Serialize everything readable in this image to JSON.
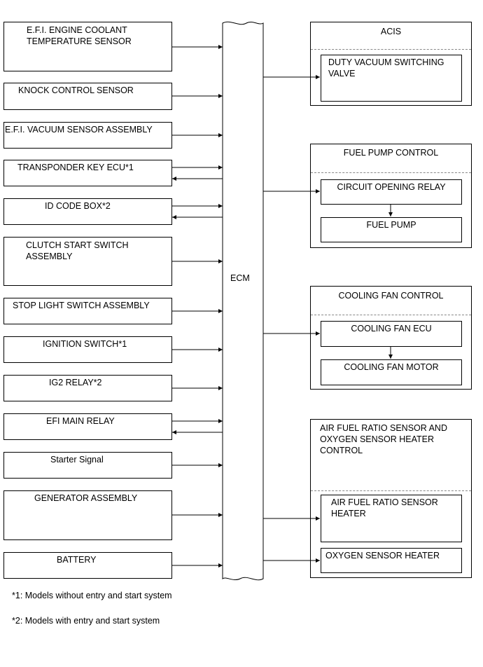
{
  "inputs": [
    {
      "label": "E.F.I. ENGINE COOLANT\nTEMPERATURE SENSOR"
    },
    {
      "label": "KNOCK CONTROL SENSOR"
    },
    {
      "label": "E.F.I. VACUUM SENSOR ASSEMBLY"
    },
    {
      "label": "TRANSPONDER KEY ECU*1"
    },
    {
      "label": "ID CODE BOX*2"
    },
    {
      "label": "CLUTCH START SWITCH\nASSEMBLY"
    },
    {
      "label": "STOP LIGHT SWITCH ASSEMBLY"
    },
    {
      "label": "IGNITION SWITCH*1"
    },
    {
      "label": "IG2 RELAY*2"
    },
    {
      "label": "EFI MAIN RELAY"
    },
    {
      "label": "Starter Signal"
    },
    {
      "label": "GENERATOR ASSEMBLY"
    },
    {
      "label": "BATTERY"
    }
  ],
  "ecm": {
    "label": "ECM"
  },
  "groups": [
    {
      "title": "ACIS",
      "items": [
        "DUTY VACUUM SWITCHING\nVALVE"
      ]
    },
    {
      "title": "FUEL PUMP CONTROL",
      "items": [
        "CIRCUIT OPENING RELAY",
        "FUEL PUMP"
      ]
    },
    {
      "title": "COOLING FAN CONTROL",
      "items": [
        "COOLING FAN ECU",
        "COOLING FAN MOTOR"
      ]
    },
    {
      "title": "AIR FUEL RATIO SENSOR AND\nOXYGEN SENSOR HEATER\nCONTROL",
      "items": [
        "AIR FUEL RATIO SENSOR\nHEATER",
        "OXYGEN SENSOR HEATER"
      ]
    }
  ],
  "notes": [
    "*1: Models without entry and start system",
    "*2: Models with entry and start system"
  ]
}
